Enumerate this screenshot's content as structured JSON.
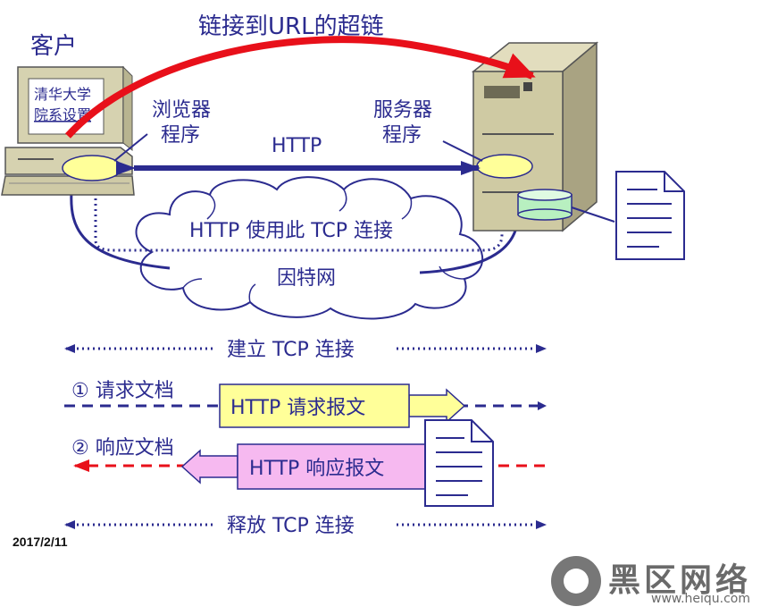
{
  "labels": {
    "top_link": "链接到URL的超链",
    "client": "客户",
    "screen_line1": "清华大学",
    "screen_line2": "院系设置",
    "browser_line1": "浏览器",
    "browser_line2": "程序",
    "server_line1": "服务器",
    "server_line2": "程序",
    "http": "HTTP",
    "tcp_conn": "HTTP 使用此 TCP 连接",
    "internet": "因特网"
  },
  "steps": {
    "establish": "建立 TCP 连接",
    "request_label": "① 请求文档",
    "request_msg": "HTTP 请求报文",
    "response_label": "② 响应文档",
    "response_msg": "HTTP 响应报文",
    "release": "释放 TCP 连接"
  },
  "date": "2017/2/11",
  "watermark": {
    "brand": "黑区网络",
    "url": "www.heiqu.com"
  },
  "colors": {
    "navy": "#2b2b8f",
    "red": "#e8101a",
    "request_fill": "#ffff99",
    "response_fill": "#f6b9f0",
    "disk_fill": "#b8f0c0",
    "computer": "#d6d2b0",
    "server": "#cfcaa3"
  }
}
